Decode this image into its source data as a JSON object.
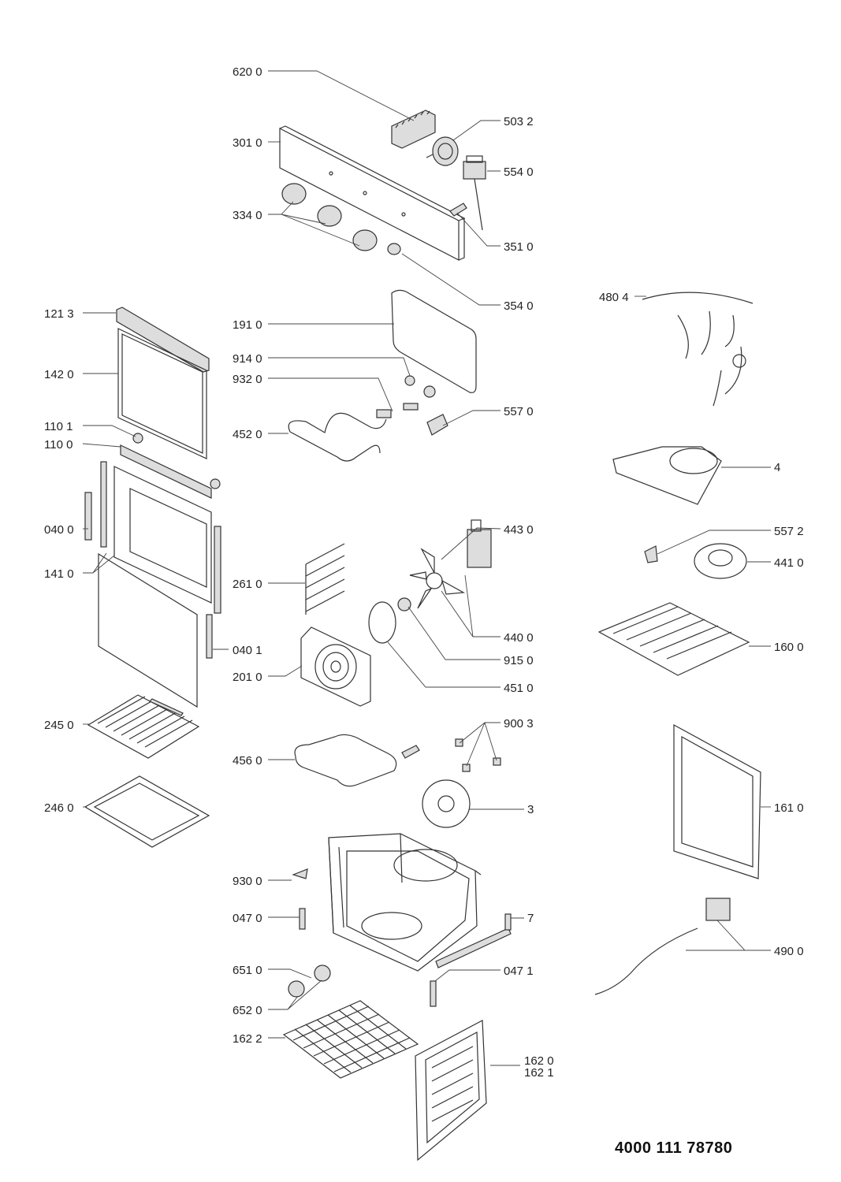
{
  "document_number": "4000 111 78780",
  "part_labels": {
    "p6200": "620 0",
    "p5032": "503 2",
    "p3010": "301 0",
    "p5540": "554 0",
    "p3340": "334 0",
    "p3510": "351 0",
    "p3540": "354 0",
    "p4804": "480 4",
    "p1213": "121 3",
    "p1910": "191 0",
    "p9140": "914 0",
    "p1420": "142 0",
    "p9320": "932 0",
    "p5570": "557 0",
    "p1101": "110 1",
    "p4520": "452 0",
    "p1100": "110 0",
    "p4": "4",
    "p4430": "443 0",
    "p0400": "040 0",
    "p5572": "557 2",
    "p4410": "441 0",
    "p1410": "141 0",
    "p2610": "261 0",
    "p4400": "440 0",
    "p1600": "160 0",
    "p0401": "040 1",
    "p9150": "915 0",
    "p2010": "201 0",
    "p4510": "451 0",
    "p2450": "245 0",
    "p9003": "900 3",
    "p4560": "456 0",
    "p1610": "161 0",
    "p2460": "246 0",
    "p3": "3",
    "p9300": "930 0",
    "p0470": "047 0",
    "p7": "7",
    "p4900": "490 0",
    "p6510": "651 0",
    "p0471": "047 1",
    "p6520": "652 0",
    "p1622": "162 2",
    "p1620": "162 0",
    "p1621": "162 1"
  }
}
